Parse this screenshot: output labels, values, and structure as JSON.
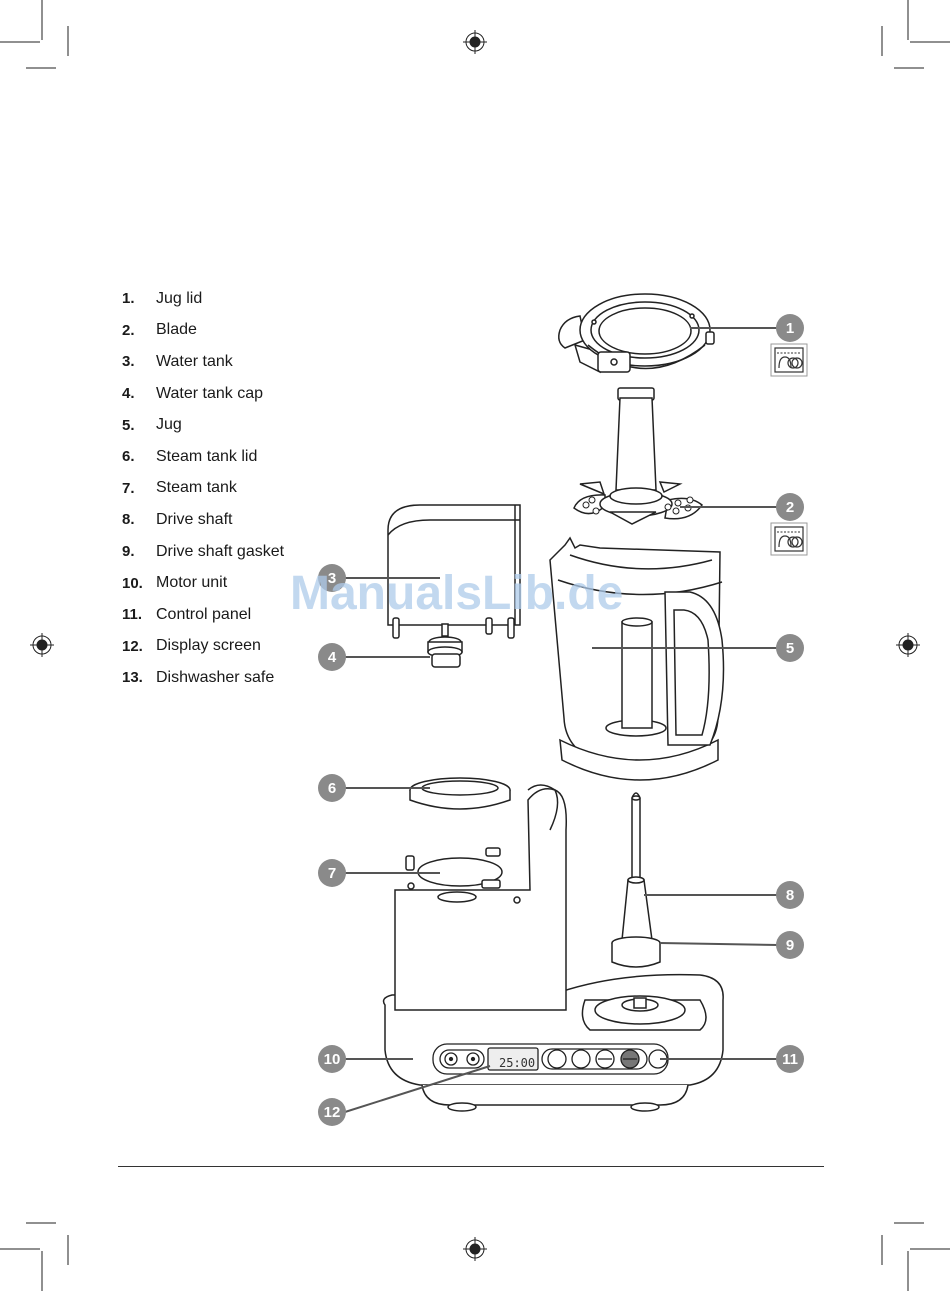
{
  "parts": [
    {
      "number": "1.",
      "label": "Jug lid"
    },
    {
      "number": "2.",
      "label": "Blade"
    },
    {
      "number": "3.",
      "label": "Water tank"
    },
    {
      "number": "4.",
      "label": "Water tank cap"
    },
    {
      "number": "5.",
      "label": "Jug"
    },
    {
      "number": "6.",
      "label": "Steam tank lid"
    },
    {
      "number": "7.",
      "label": "Steam tank"
    },
    {
      "number": "8.",
      "label": "Drive shaft"
    },
    {
      "number": "9.",
      "label": "Drive shaft gasket"
    },
    {
      "number": "10.",
      "label": "Motor unit"
    },
    {
      "number": "11.",
      "label": "Control panel"
    },
    {
      "number": "12.",
      "label": "Display screen"
    },
    {
      "number": "13.",
      "label": "Dishwasher safe"
    }
  ],
  "callouts": {
    "c1": "1",
    "c2": "2",
    "c3": "3",
    "c4": "4",
    "c5": "5",
    "c6": "6",
    "c7": "7",
    "c8": "8",
    "c9": "9",
    "c10": "10",
    "c11": "11",
    "c12": "12"
  },
  "display": {
    "time": "25:00"
  },
  "watermark": "ManualsLib.de",
  "icons": {
    "dishwasher": "dishwasher-safe-icon",
    "registration": "registration-mark-icon"
  },
  "colors": {
    "callout": "#8a8a8a",
    "line": "#222222",
    "watermark": "#aecbea"
  }
}
